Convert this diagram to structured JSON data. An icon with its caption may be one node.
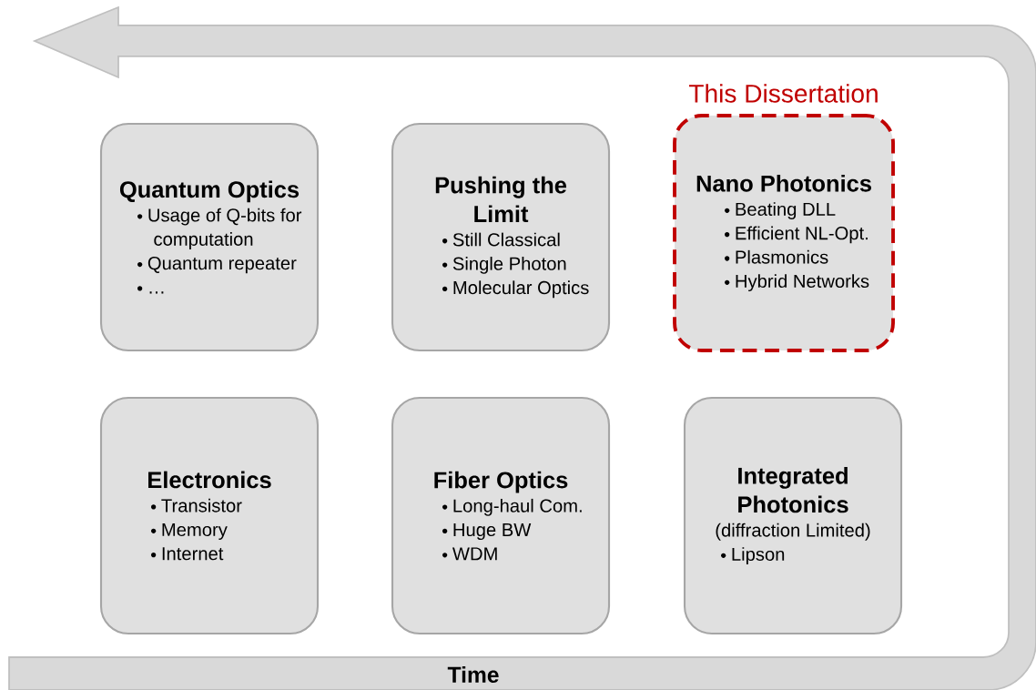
{
  "diagram": {
    "nodes": [
      {
        "text": [
          "Quantum Optics",
          "Usage of Q-bits for computation",
          "Quantum repeater",
          "…"
        ]
      },
      {
        "text": [
          "Pushing the Limit",
          "Still Classical",
          "Single Photon",
          "Molecular Optics"
        ]
      },
      {
        "text": [
          "Nano Photonics",
          "Beating DLL",
          "Efficient NL-Opt.",
          "Plasmonics",
          "Hybrid Networks"
        ],
        "beside": [
          "This Dissertation"
        ]
      },
      {
        "text": [
          "Electronics",
          "Transistor",
          "Memory",
          "Internet"
        ]
      },
      {
        "text": [
          "Fiber Optics",
          "Long-haul Com.",
          "Huge BW",
          "WDM"
        ]
      },
      {
        "text": [
          "Integrated Photonics",
          "(diffraction Limited)",
          "Lipson"
        ]
      }
    ],
    "labels": [
      "Time"
    ]
  }
}
